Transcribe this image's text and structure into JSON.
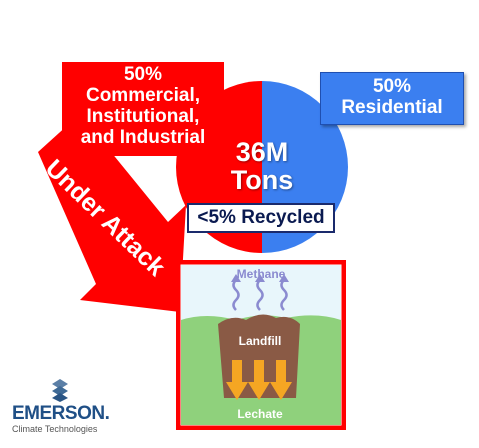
{
  "commercial": {
    "percent": "50%",
    "line1": "Commercial,",
    "line2": "Institutional,",
    "line3": "and Industrial"
  },
  "residential": {
    "percent": "50%",
    "label": "Residential"
  },
  "center": {
    "line1": "36M",
    "line2": "Tons"
  },
  "recycled": "<5% Recycled",
  "arrow_label": "Under Attack",
  "landfill": {
    "methane": "Methane",
    "landfill": "Landfill",
    "lechate": "Lechate"
  },
  "logo": {
    "name": "EMERSON.",
    "tagline": "Climate Technologies"
  },
  "chart_data": {
    "type": "pie",
    "categories": [
      "Commercial, Institutional, and Industrial",
      "Residential"
    ],
    "values": [
      50,
      50
    ],
    "colors": [
      "#ff0000",
      "#3b7ff0"
    ]
  },
  "colors": {
    "red": "#ff0000",
    "blue": "#3b7ff0",
    "navy": "#0a1a50",
    "soil": "#8fd17c",
    "sky": "#e8f6fb"
  }
}
